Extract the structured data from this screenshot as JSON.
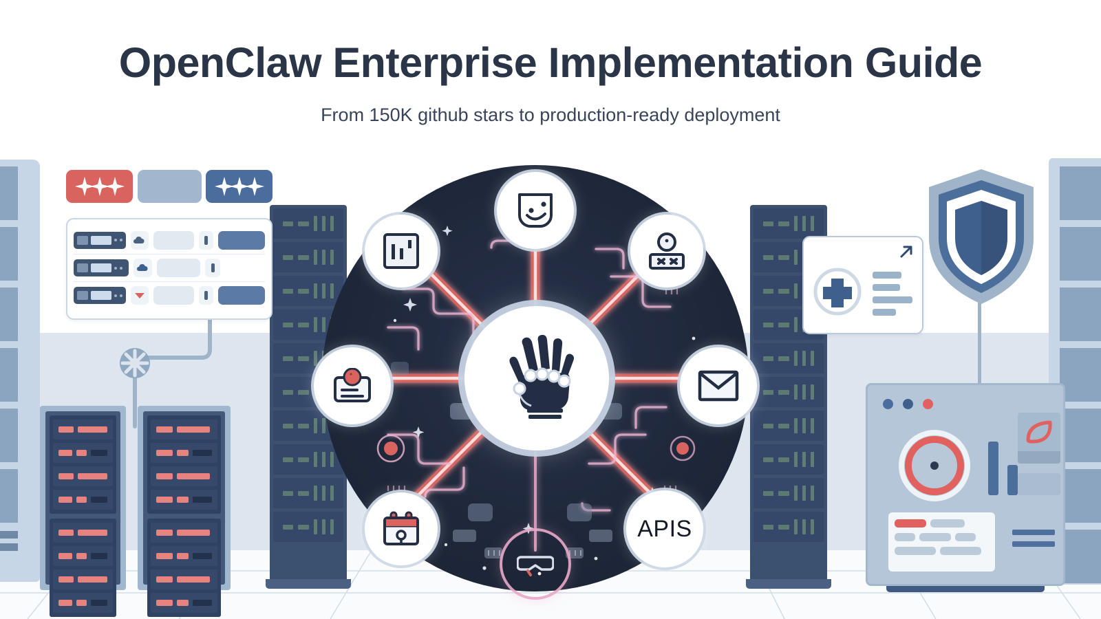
{
  "header": {
    "title": "OpenClaw Enterprise Implementation Guide",
    "subtitle": "From 150K github stars to production-ready deployment"
  },
  "colors": {
    "title_color": "#2b3548",
    "subtitle_color": "#3a4459",
    "hub_background": "#1e2739",
    "spoke_red": "#d9635f",
    "circuit_pink": "#e7a8c8",
    "accent_blue": "#4a6d9e",
    "rack_led_red": "#e8827e",
    "page_background_upper": "#ffffff",
    "page_background_lower": "#dde5ee",
    "shield_outer": "#9fb3c9",
    "shield_inner": "#3f5f8c"
  },
  "hub": {
    "center_icon": "robot-hand-icon",
    "center_label": "",
    "nodes": [
      {
        "id": "chat",
        "icon": "smiley-face-icon",
        "label": "",
        "position": "top"
      },
      {
        "id": "analytics",
        "icon": "bar-chart-icon",
        "label": "",
        "position": "top-left"
      },
      {
        "id": "support",
        "icon": "headset-agent-icon",
        "label": "",
        "position": "top-right"
      },
      {
        "id": "document",
        "icon": "document-card-icon",
        "label": "",
        "position": "left"
      },
      {
        "id": "email",
        "icon": "envelope-icon",
        "label": "",
        "position": "right"
      },
      {
        "id": "calendar",
        "icon": "calendar-icon",
        "label": "",
        "position": "bottom-left"
      },
      {
        "id": "apis",
        "icon": "text-label",
        "label": "APIS",
        "position": "bottom-right"
      },
      {
        "id": "vision",
        "icon": "vr-headset-icon",
        "label": "",
        "position": "bottom"
      }
    ]
  },
  "left_panel": {
    "tabs": [
      {
        "id": "tab-alerts",
        "color": "#d9635f",
        "icon": "stars-icon"
      },
      {
        "id": "tab-neutral",
        "color": "#a2b7cd",
        "icon": ""
      },
      {
        "id": "tab-primary",
        "color": "#4a6d9e",
        "icon": "stars-icon"
      }
    ],
    "rows": [
      {
        "id": "row-1",
        "icon": "cloud-icon",
        "has_action": true
      },
      {
        "id": "row-2",
        "icon": "cloud-icon",
        "has_action": false
      },
      {
        "id": "row-3",
        "icon": "alert-icon",
        "has_action": true
      }
    ]
  },
  "racks": {
    "left_cabinets": 2,
    "units_per_cabinet": 8,
    "middle_stack_units": 9
  },
  "right_card": {
    "icon": "medical-cross-icon",
    "action_icon": "external-link-arrow-icon",
    "line_count": 4
  },
  "security": {
    "icon": "shield-icon"
  },
  "console": {
    "status_dots": [
      "#4a6d9e",
      "#3f5f8c",
      "#e0615e"
    ],
    "gauge_icon": "dial-gauge-icon",
    "badge_icon": "leaf-icon",
    "bar_values": [
      72,
      40
    ],
    "mini_panel_rows": 3,
    "footer_lines": 2
  }
}
